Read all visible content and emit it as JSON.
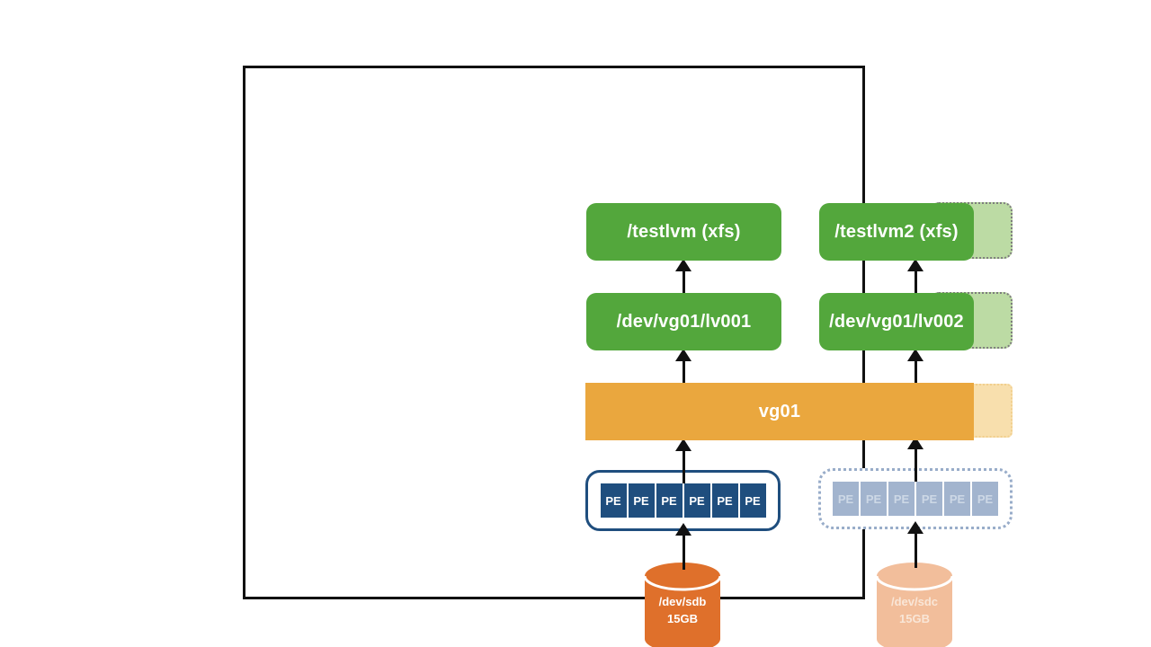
{
  "filesystems": [
    {
      "label": "/testlvm (xfs)"
    },
    {
      "label": "/testlvm2 (xfs)",
      "extended": true
    }
  ],
  "logical_volumes": [
    {
      "label": "/dev/vg01/lv001"
    },
    {
      "label": "/dev/vg01/lv002",
      "extended": true
    }
  ],
  "volume_group": {
    "label": "vg01",
    "extended": true
  },
  "pe": {
    "label": "PE",
    "left_count": 6,
    "right_count": 6
  },
  "disks": [
    {
      "name": "/dev/sdb",
      "size": "15GB"
    },
    {
      "name": "/dev/sdc",
      "size": "15GB"
    }
  ],
  "colors": {
    "green": "#53a73c",
    "green_light": "#bcdba4",
    "orange": "#eaa73e",
    "orange_light": "#f8dfad",
    "navy": "#1f4e7e",
    "blue_faded": "#a2b4ce",
    "disk_orange": "#df702b",
    "disk_peach": "#f2be9b",
    "arrow": "#111111",
    "frame": "#111111"
  }
}
